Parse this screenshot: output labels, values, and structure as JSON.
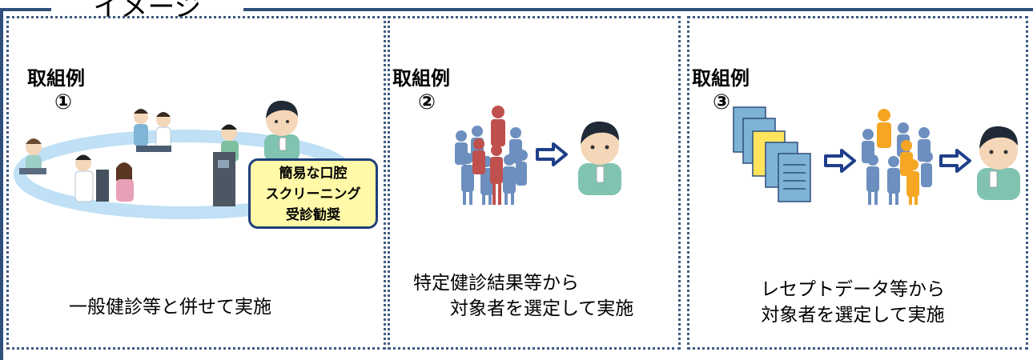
{
  "header": {
    "title": "イメージ"
  },
  "panels": [
    {
      "example_label": "取組例",
      "example_number": "①",
      "callout": [
        "簡易な口腔",
        "スクリーニング",
        "受診勧奨"
      ],
      "caption": "一般健診等と併せて実施",
      "icons": [
        "health-checkup-scene-icon",
        "person-icon"
      ]
    },
    {
      "example_label": "取組例",
      "example_number": "②",
      "caption": "特定健診結果等から\n　　対象者を選定して実施",
      "icons": [
        "crowd-icon",
        "arrow-right-icon",
        "person-icon"
      ]
    },
    {
      "example_label": "取組例",
      "example_number": "③",
      "caption": "レセプトデータ等から\n対象者を選定して実施",
      "icons": [
        "document-stack-icon",
        "arrow-right-icon",
        "crowd-icon",
        "arrow-right-icon",
        "person-icon"
      ]
    }
  ],
  "colors": {
    "frame": "#2f4e7c",
    "callout_bg": "#fff9a8",
    "arrow": "#1f3f8a",
    "crowd": "#6d8fbf",
    "crowd_highlight_red": "#c0504d",
    "crowd_highlight_orange": "#f5a623",
    "doc_blue": "#7fb3d5",
    "doc_yellow": "#ffe45c"
  }
}
